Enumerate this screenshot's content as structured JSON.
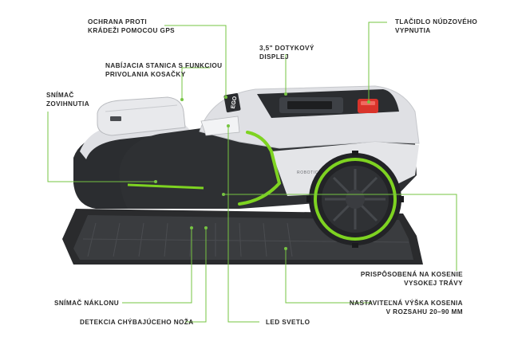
{
  "colors": {
    "accent_green": "#7ed321",
    "callout_line": "#76c442",
    "body_light": "#dfe0e4",
    "body_dark": "#2b2d30",
    "emergency_red": "#d9342b",
    "text": "#2a2a2a"
  },
  "product": {
    "body_brand_text": "EGO",
    "body_side_text": "ROBOTIC MOWER"
  },
  "callouts": {
    "gps_theft": {
      "line1": "OCHRANA PROTI",
      "line2": "KRÁDEŽI POMOCOU GPS"
    },
    "charging_station": {
      "line1": "NABÍJACIA STANICA S FUNKCIOU",
      "line2": "PRIVOLANIA KOSAČKY"
    },
    "lift_sensor": {
      "line1": "SNÍMAČ",
      "line2": "ZOVIHNUTIA"
    },
    "touch_display": {
      "line1": "3,5\" DOTYKOVÝ",
      "line2": "DISPLEJ"
    },
    "emergency_button": {
      "line1": "TLAČIDLO NÚDZOVÉHO",
      "line2": "VYPNUTIA"
    },
    "tall_grass": {
      "line1": "PRISPÔSOBENÁ NA KOSENIE",
      "line2": "VYSOKEJ TRÁVY"
    },
    "tilt_sensor": {
      "line1": "SNÍMAČ NÁKLONU"
    },
    "blade_detection": {
      "line1": "DETEKCIA CHÝBAJÚCEHO NOŽA"
    },
    "led_light": {
      "line1": "LED SVETLO"
    },
    "cut_height": {
      "line1": "NASTAVITEĽNÁ VÝŠKA KOSENIA",
      "line2": "V ROZSAHU 20–90 MM"
    }
  }
}
